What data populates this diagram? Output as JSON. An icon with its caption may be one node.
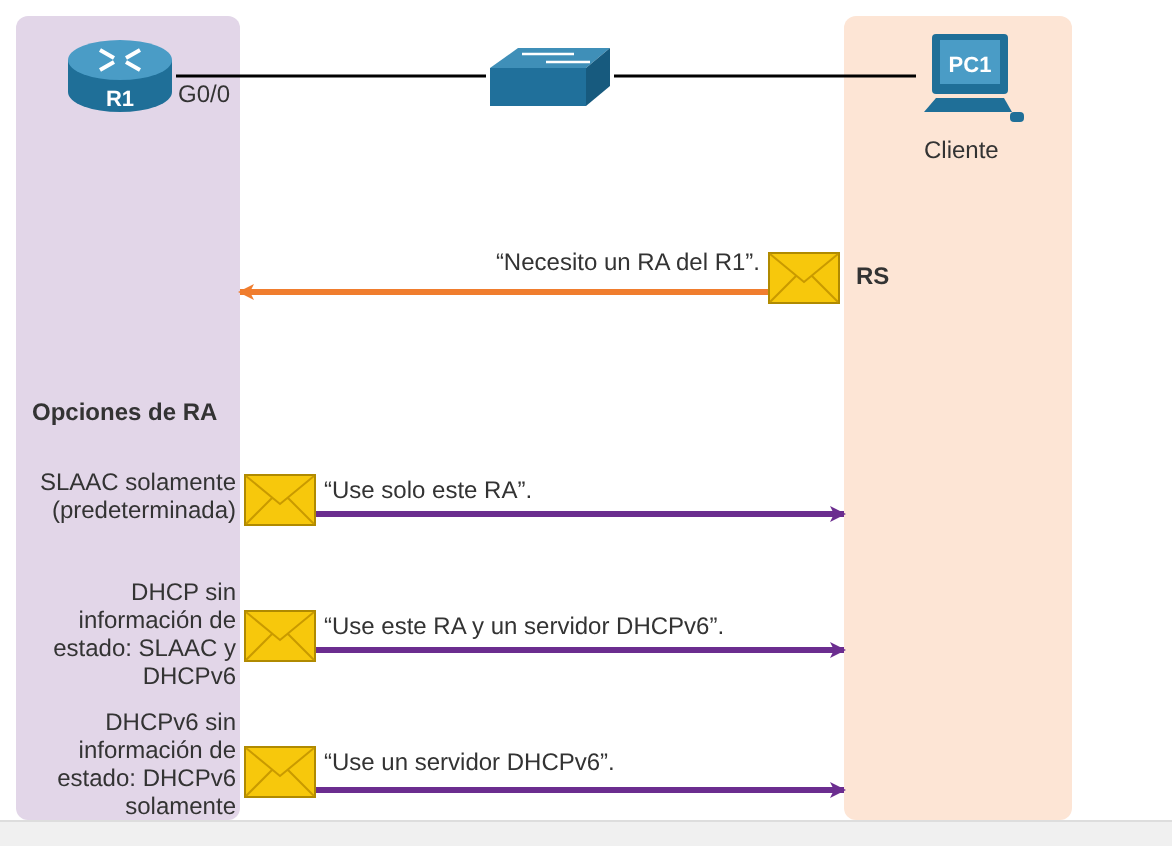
{
  "diagram": {
    "nodes": [
      {
        "text": [],
        "shape": "bar"
      },
      {
        "text": [
          "R1"
        ],
        "beside": [
          "G0/0"
        ],
        "in": 0
      },
      {
        "text": [],
        "shape": "box"
      },
      {
        "text": [],
        "shape": "bar"
      },
      {
        "text": [
          "PC1"
        ],
        "beside": [
          "Cliente"
        ],
        "in": 3
      },
      {
        "text": [],
        "shape": "envelope",
        "beside": [
          "RS"
        ]
      },
      {
        "text": [],
        "shape": "envelope"
      },
      {
        "text": [],
        "shape": "envelope"
      },
      {
        "text": [],
        "shape": "envelope"
      }
    ],
    "edges": [
      {
        "from": 1,
        "to": 2,
        "arrow": "none",
        "color": "#000000"
      },
      {
        "from": 2,
        "to": 4,
        "arrow": "none",
        "color": "#000000"
      },
      {
        "from": 5,
        "to": 0,
        "arrow": "to",
        "label": "“Necesito un RA del R1”.",
        "color": "#f07d2e"
      },
      {
        "from": 6,
        "to": 3,
        "arrow": "to",
        "label": "“Use solo este RA”.",
        "color": "#6b2d8f"
      },
      {
        "from": 7,
        "to": 3,
        "arrow": "to",
        "label": "“Use este RA y un servidor DHCPv6”.",
        "color": "#6b2d8f"
      },
      {
        "from": 8,
        "to": 3,
        "arrow": "to",
        "label": "“Use un servidor DHCPv6”.",
        "color": "#6b2d8f"
      }
    ],
    "labels": [
      "Opciones de RA",
      "SLAAC solamente (predeterminada)",
      "DHCP sin información de estado: SLAAC y DHCPv6",
      "DHCPv6 sin información de estado: DHCPv6 solamente"
    ]
  }
}
